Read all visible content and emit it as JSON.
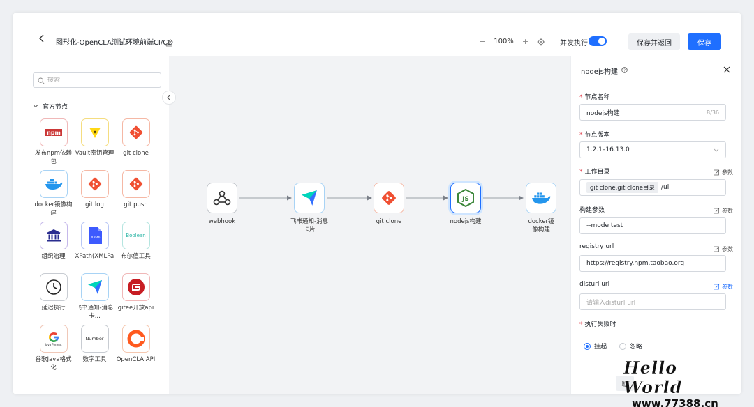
{
  "header": {
    "title": "图形化-OpenCLA测试环境前端CI/CD",
    "zoom_minus": "−",
    "zoom_value": "100%",
    "zoom_plus": "+",
    "concurrent_label": "并发执行",
    "concurrent_on": true,
    "save_return_label": "保存并返回",
    "save_label": "保存"
  },
  "sidebar": {
    "search_placeholder": "搜索",
    "group_title": "官方节点",
    "nodes": [
      {
        "label": "发布npm依赖包",
        "icon": "npm-icon"
      },
      {
        "label": "Vault密钥管理",
        "icon": "vault-icon"
      },
      {
        "label": "git clone",
        "icon": "git-icon"
      },
      {
        "label": "docker镜像构建",
        "icon": "docker-icon"
      },
      {
        "label": "git log",
        "icon": "git-icon"
      },
      {
        "label": "git push",
        "icon": "git-icon"
      },
      {
        "label": "组织治理",
        "icon": "institution-icon"
      },
      {
        "label": "XPath(XMLPath...",
        "icon": "xpath-icon",
        "badge": "XPath"
      },
      {
        "label": "布尔值工具",
        "icon": "boolean-icon",
        "badge": "Boolean"
      },
      {
        "label": "延迟执行",
        "icon": "clock-icon"
      },
      {
        "label": "飞书通知-消息卡...",
        "icon": "feishu-icon"
      },
      {
        "label": "gitee开放api",
        "icon": "gitee-icon"
      },
      {
        "label": "谷歌Java格式化",
        "icon": "google-java-icon",
        "badge": "Java Format"
      },
      {
        "label": "数字工具",
        "icon": "number-icon",
        "badge": "Number"
      },
      {
        "label": "OpenCLA API",
        "icon": "opencla-icon"
      }
    ]
  },
  "canvas": {
    "nodes": [
      {
        "label": "webhook",
        "icon": "webhook-icon"
      },
      {
        "label": "飞书通知-消息卡片",
        "icon": "feishu-icon"
      },
      {
        "label": "git clone",
        "icon": "git-icon"
      },
      {
        "label": "nodejs构建",
        "icon": "nodejs-icon"
      },
      {
        "label": "docker镜像构建",
        "icon": "docker-icon"
      }
    ]
  },
  "panel": {
    "title": "nodejs构建",
    "name_label": "节点名称",
    "name_value": "nodejs构建",
    "name_counter": "8/36",
    "version_label": "节点版本",
    "version_value": "1.2.1–16.13.0",
    "workdir_label": "工作目录",
    "workdir_tag": "git clone.git clone目录",
    "workdir_suffix": "/ui",
    "build_params_label": "构建参数",
    "build_params_value": "--mode test",
    "registry_label": "registry url",
    "registry_value": "https://registry.npm.taobao.org",
    "disturl_label": "disturl url",
    "disturl_placeholder": "请输入disturl url",
    "fail_label": "执行失败时",
    "fail_options": [
      "挂起",
      "忽略"
    ],
    "param_label": "参数",
    "footer_button": "取"
  },
  "watermark": {
    "title": "Hello World",
    "url": "www.77388.cn"
  },
  "colors": {
    "primary": "#1f6fff",
    "canvas_bg": "#f2f3f5",
    "git": "#f05033",
    "docker": "#2496ed",
    "nodejs": "#3c873a",
    "npm": "#cb3837",
    "vault": "#ffd814"
  }
}
